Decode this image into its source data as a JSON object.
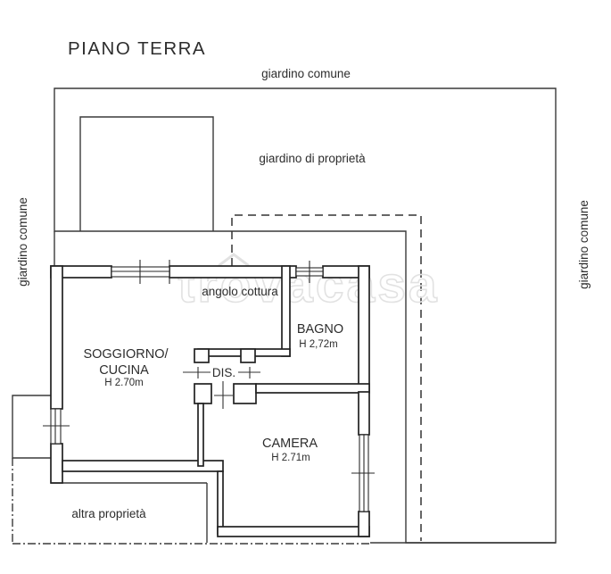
{
  "meta": {
    "title": "PIANO TERRA",
    "watermark": "trovacasa"
  },
  "outdoor": {
    "garden_common_top": "giardino comune",
    "garden_common_left": "giardino comune",
    "garden_common_right": "giardino comune",
    "garden_private": "giardino di proprietà",
    "other_property": "altra proprietà"
  },
  "rooms": {
    "living": {
      "label_line1": "SOGGIORNO/",
      "label_line2": "CUCINA",
      "height": "H 2.70m"
    },
    "kitchenette": {
      "label": "angolo cottura"
    },
    "bathroom": {
      "label": "BAGNO",
      "height": "H 2,72m"
    },
    "hallway": {
      "label": "DIS."
    },
    "bedroom": {
      "label": "CAMERA",
      "height": "H 2.71m"
    }
  },
  "colors": {
    "background": "#ffffff",
    "wall_line": "#222222",
    "boundary_line": "#3a3a3a",
    "text": "#2d2d2d",
    "watermark": "#e2e2e2"
  }
}
